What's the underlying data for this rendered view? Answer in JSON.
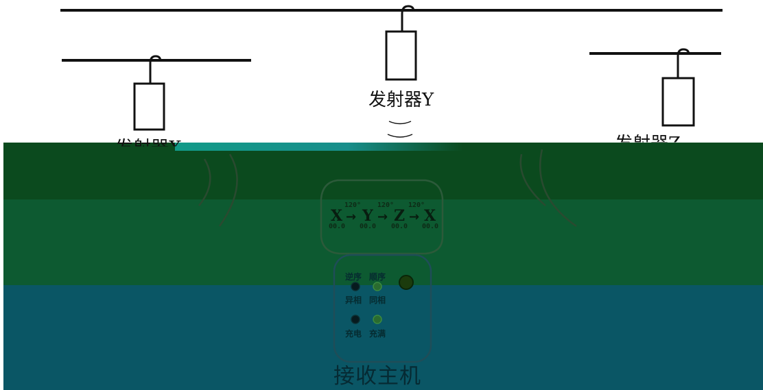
{
  "transmitters": [
    {
      "id": "x",
      "label": "发射器X"
    },
    {
      "id": "y",
      "label": "发射器Y"
    },
    {
      "id": "z",
      "label": "发射器Z"
    }
  ],
  "receiver": {
    "title": "接收主机",
    "phase_display": {
      "angles": [
        "120°",
        "120°",
        "120°"
      ],
      "sequence": [
        "X",
        "Y",
        "Z",
        "X"
      ],
      "arrow": "→",
      "readings": [
        "00.0",
        "00.0",
        "00.0",
        "00.0"
      ]
    },
    "lamps": {
      "row1_top": "逆序",
      "row1_top_right": "顺序",
      "row1_bottom": "异相",
      "row1_bottom_right": "同相",
      "row2_bottom": "充电",
      "row2_bottom_right": "充满"
    }
  },
  "colors": {
    "band_top": "#0b4a1e",
    "band_mid": "#0d5a31",
    "band_bottom": "#0a5665",
    "line": "#111111"
  }
}
